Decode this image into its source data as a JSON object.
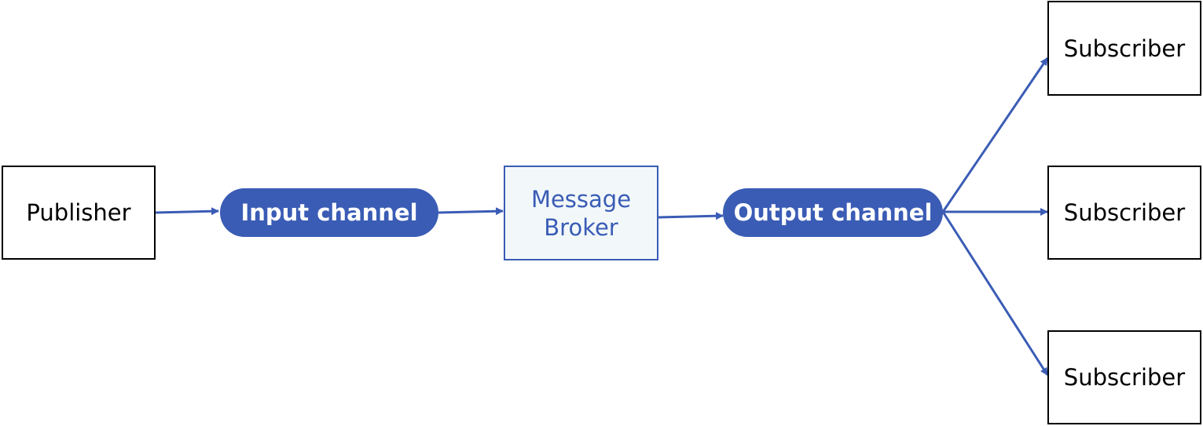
{
  "colors": {
    "accent": "#3a5cb5",
    "broker_fill": "#f2f8fa",
    "box_border": "#000000"
  },
  "nodes": {
    "publisher": "Publisher",
    "input_channel": "Input channel",
    "broker_line1": "Message",
    "broker_line2": "Broker",
    "output_channel": "Output channel",
    "subscriber_top": "Subscriber",
    "subscriber_middle": "Subscriber",
    "subscriber_bottom": "Subscriber"
  }
}
